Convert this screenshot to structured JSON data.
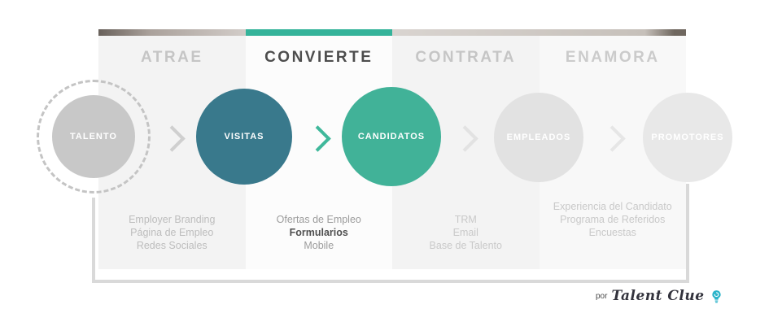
{
  "stages": [
    {
      "label": "ATRAE",
      "active": false,
      "bg": "#f3f3f3",
      "header_color": "#c5c5c5",
      "item_color": "#bdbdbd",
      "items": [
        {
          "text": "Employer Branding"
        },
        {
          "text": "Página de Empleo"
        },
        {
          "text": "Redes Sociales"
        }
      ]
    },
    {
      "label": "CONVIERTE",
      "active": true,
      "bg": "#fcfcfc",
      "header_color": "#4d4d4d",
      "item_color": "#9c9c9c",
      "items": [
        {
          "text": "Ofertas de Empleo"
        },
        {
          "text": "Formularios",
          "emphasis": true
        },
        {
          "text": "Mobile"
        }
      ]
    },
    {
      "label": "CONTRATA",
      "active": false,
      "bg": "#f3f3f3",
      "header_color": "#c5c5c5",
      "item_color": "#c9c9c9",
      "items": [
        {
          "text": "TRM"
        },
        {
          "text": "Email"
        },
        {
          "text": "Base de Talento"
        }
      ]
    },
    {
      "label": "ENAMORA",
      "active": false,
      "bg": "#f8f8f8",
      "header_color": "#cbcbcb",
      "item_color": "#c9c9c9",
      "items": [
        {
          "text": "Experiencia del Candidato"
        },
        {
          "text": "Programa de Referidos"
        },
        {
          "text": "Encuestas"
        }
      ]
    }
  ],
  "funnel_nodes": [
    {
      "label": "TALENTO",
      "color": "#c8c8c8",
      "dashed": true
    },
    {
      "label": "VISITAS",
      "color": "#39798c"
    },
    {
      "label": "CANDIDATOS",
      "color": "#41b298"
    },
    {
      "label": "EMPLEADOS",
      "color": "#e2e2e2"
    },
    {
      "label": "PROMOTORES",
      "color": "#e8e8e8"
    }
  ],
  "arrows": [
    {
      "color": "#cfcfcf"
    },
    {
      "color": "#3fb89b"
    },
    {
      "color": "#e2e2e2"
    },
    {
      "color": "#e6e6e6"
    }
  ],
  "topbar": {
    "convierte_color": "#35b39a"
  },
  "loop": {
    "color": "#d9d9d9"
  },
  "footer": {
    "por_label": "por",
    "brand_name": "Talent Clue"
  },
  "colors": {
    "emphasis_item": "#4f4f4f",
    "bulb": "#2ab3c9",
    "brand_text": "#33333d"
  }
}
